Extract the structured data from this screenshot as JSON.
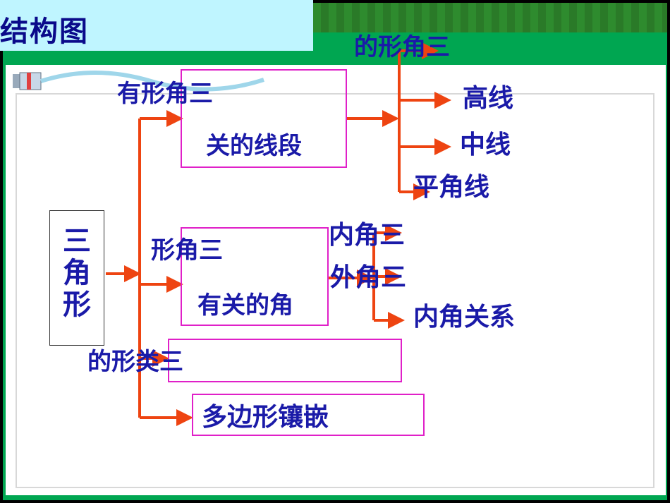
{
  "title": "结构图",
  "root": "三角形",
  "branches": {
    "segments": {
      "label_line1": "有形角三",
      "label_line2": "关的线段",
      "items": [
        "的形角三",
        "高线",
        "中线",
        "平角线"
      ]
    },
    "angles": {
      "label_line1": "形角三",
      "label_line2": "有关的角",
      "items": [
        "内角三",
        "外角三",
        "内角关系"
      ]
    },
    "classification": "的形类三",
    "tiling": "多边形镶嵌"
  },
  "colors": {
    "arrow": "#ee4411",
    "text": "#1a1aa8",
    "box_border": "#e020c8",
    "title_bg": "#bff5ff",
    "frame": "#00a651"
  }
}
